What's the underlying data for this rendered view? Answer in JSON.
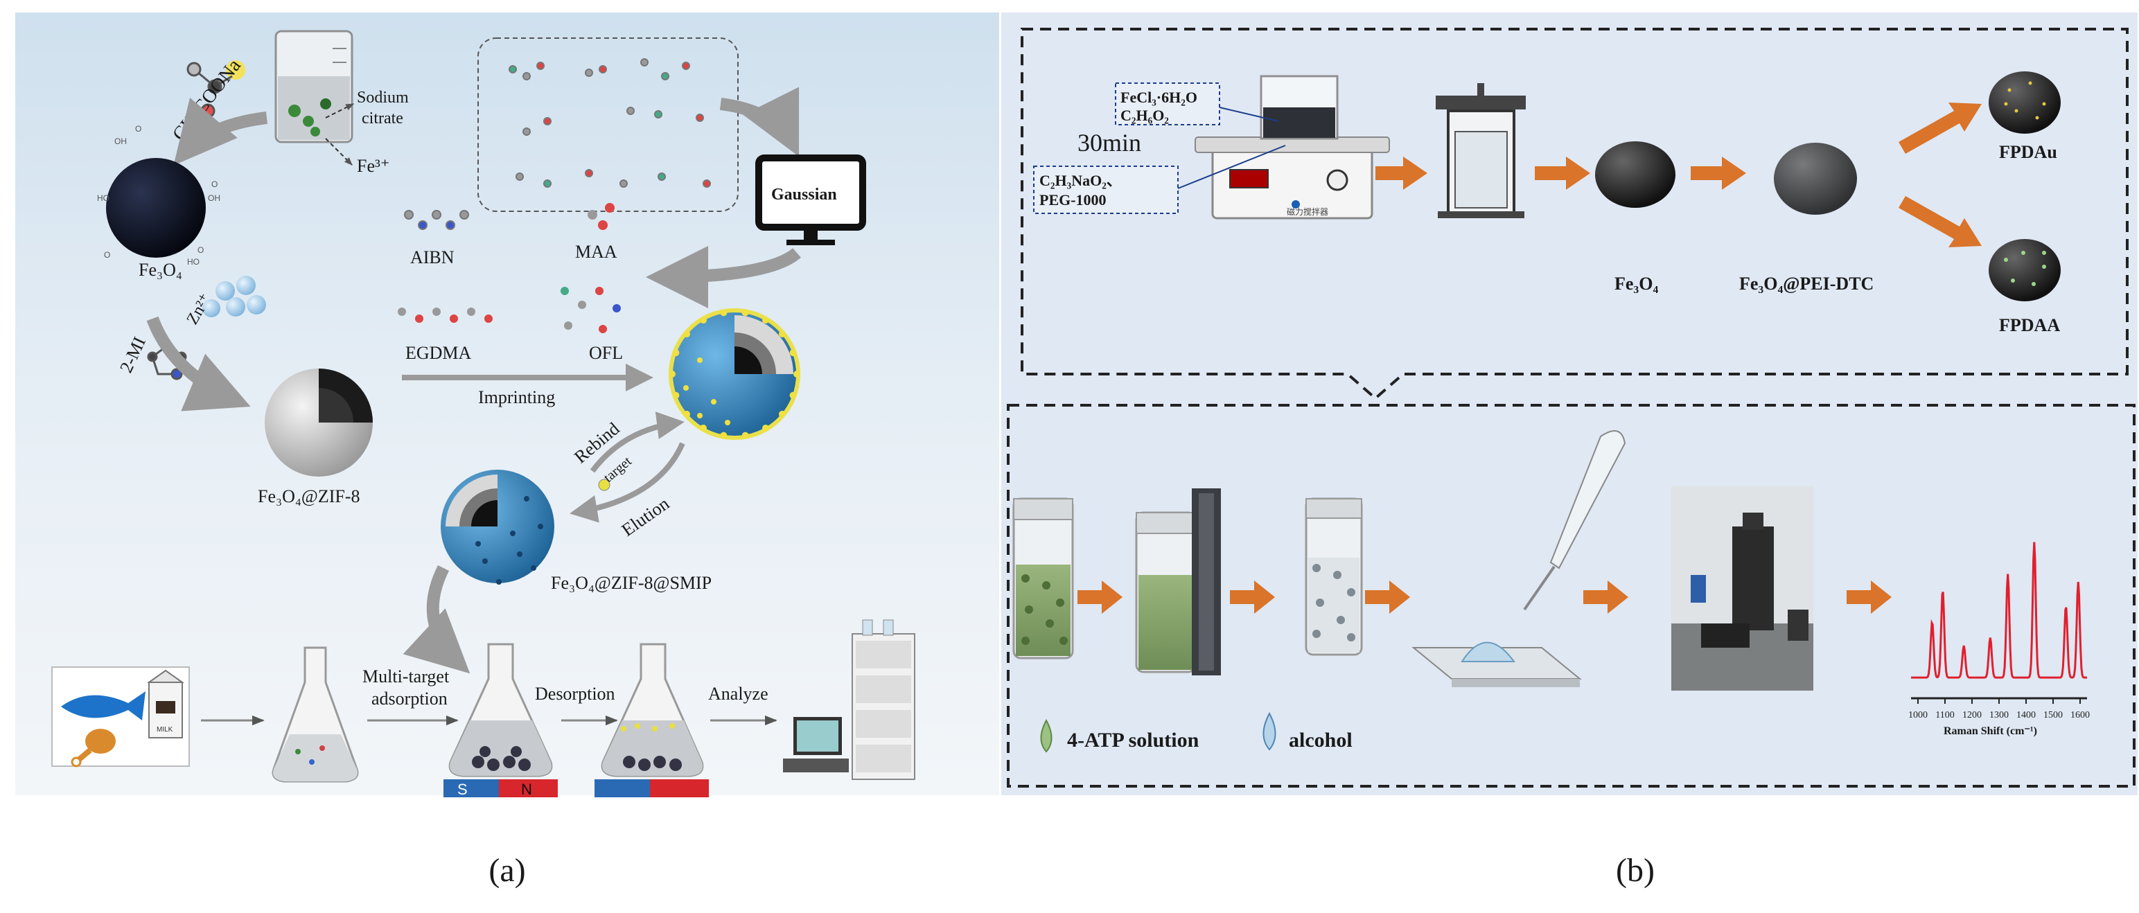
{
  "panel_a": {
    "caption": "(a)",
    "reagents": {
      "ch3coona": "CH₃COONa",
      "sodium_citrate_line1": "Sodium",
      "sodium_citrate_line2": "citrate",
      "fe3plus": "Fe³⁺",
      "fe3o4": "Fe₃O₄",
      "zn2plus": "Zn²⁺",
      "two_mi": "2-MI",
      "aibn": "AIBN",
      "maa": "MAA",
      "egdma": "EGDMA",
      "ofl": "OFL",
      "gaussian": "Gaussian"
    },
    "steps": {
      "imprinting": "Imprinting",
      "rebind": "Rebind",
      "elution": "Elution",
      "target": "target",
      "multi_target_line1": "Multi-target",
      "multi_target_line2": "adsorption",
      "desorption": "Desorption",
      "analyze": "Analyze",
      "milk": "MILK",
      "magnet_s": "S",
      "magnet_n": "N"
    },
    "products": {
      "fe3o4_zif8": "Fe₃O₄@ZIF-8",
      "fe3o4_zif8_smip": "Fe₃O₄@ZIF-8@SMIP"
    }
  },
  "panel_b": {
    "caption": "(b)",
    "reagents": {
      "fecl3": "FeCl₃·6H₂O",
      "c2h6o2": "C₂H₆O₂",
      "time": "30min",
      "c2h3nao2": "C₂H₃NaO₂、",
      "peg": "PEG-1000",
      "stirrer": "磁力搅拌器"
    },
    "products": {
      "fe3o4": "Fe₃O₄",
      "fe3o4_pei_dtc": "Fe₃O₄@PEI-DTC",
      "fpdau": "FPDAu",
      "fpdaa": "FPDAA"
    },
    "legend": {
      "atp": "4-ATP solution",
      "alcohol": "alcohol"
    },
    "raman": {
      "xlabel": "Raman Shift  (cm⁻¹)",
      "ticks": [
        "1000",
        "1100",
        "1200",
        "1300",
        "1400",
        "1500",
        "1600"
      ]
    }
  },
  "colors": {
    "bg_a": "#dfeaf3",
    "bg_b": "#e3ecf7",
    "arrow_gray": "#9a9a9a",
    "arrow_orange": "#d9742a",
    "sphere_dark": "#0c1022",
    "sphere_blue": "#2b86c4",
    "dots_yellow": "#f0e040",
    "spectrum": "#e0202e"
  }
}
